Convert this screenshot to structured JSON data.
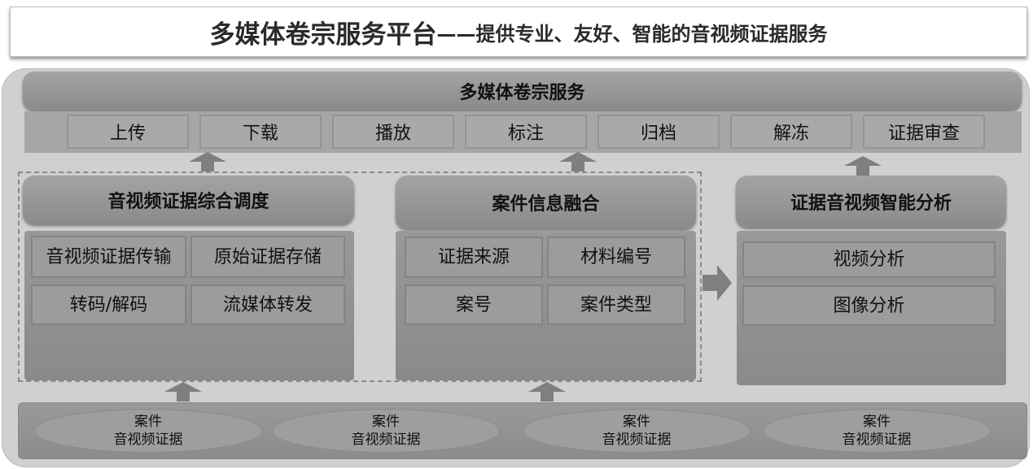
{
  "title": {
    "main": "多媒体卷宗服务平台",
    "sub": "——提供专业、友好、智能的音视频证据服务"
  },
  "service_layer": {
    "title": "多媒体卷宗服务",
    "items": [
      "上传",
      "下载",
      "播放",
      "标注",
      "归档",
      "解冻",
      "证据审查"
    ]
  },
  "panels": [
    {
      "title": "音视频证据综合调度",
      "cells": [
        "音视频证据传输",
        "原始证据存储",
        "转码/解码",
        "流媒体转发"
      ]
    },
    {
      "title": "案件信息融合",
      "cells": [
        "证据来源",
        "材料编号",
        "案号",
        "案件类型"
      ]
    },
    {
      "title": "证据音视频智能分析",
      "cells": [
        "视频分析",
        "图像分析"
      ]
    }
  ],
  "sources": [
    {
      "line1": "案件",
      "line2": "音视频证据"
    },
    {
      "line1": "案件",
      "line2": "音视频证据"
    },
    {
      "line1": "案件",
      "line2": "音视频证据"
    },
    {
      "line1": "案件",
      "line2": "音视频证据"
    }
  ]
}
